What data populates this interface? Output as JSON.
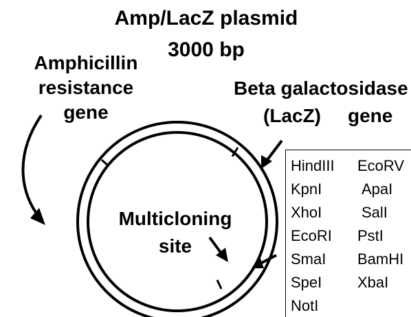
{
  "title": {
    "line1": "Amp/LacZ plasmid",
    "line2": "3000 bp"
  },
  "labels": {
    "amp_line1": "Amphicillin",
    "amp_line2": "resistance",
    "amp_line3": "gene",
    "lacz_line1": "Beta galactosidase",
    "lacz_line2a": "(LacZ)",
    "lacz_line2b": "gene",
    "mcs_line1": "Multicloning",
    "mcs_line2": "site"
  },
  "restriction_sites": {
    "left_column": [
      "HindIII",
      "KpnI",
      "XhoI",
      "EcoRI",
      "SmaI",
      "SpeI",
      "NotI"
    ],
    "right_column": [
      "EcoRV",
      "ApaI",
      "SalI",
      "PstI",
      "BamHI",
      "XbaI"
    ]
  },
  "colors": {
    "ink": "#000000",
    "background": "#ffffff"
  }
}
